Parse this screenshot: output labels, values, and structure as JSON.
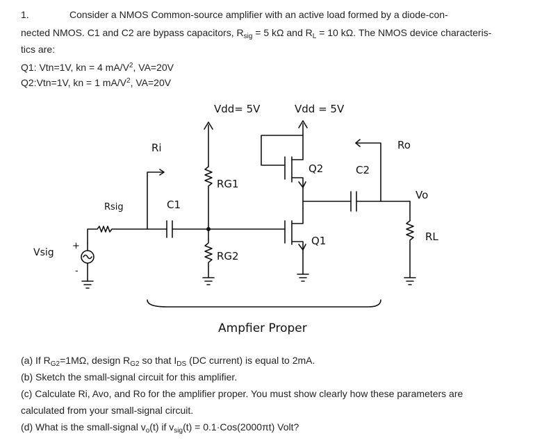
{
  "problem": {
    "number": "1.",
    "intro_line1": "Consider a NMOS Common-source amplifier with an active load formed by a diode-con-",
    "intro_line2_a": "nected NMOS. C1 and C2 are bypass capacitors, R",
    "intro_line2_rsig_sub": "sig",
    "intro_line2_b": " = 5 kΩ and R",
    "intro_line2_rl_sub": "L",
    "intro_line2_c": " = 10 kΩ. The NMOS device characteris-",
    "intro_line3": "tics are:",
    "q1_a": "Q1: Vtn=1V, kn = 4 mA/V",
    "q1_sup": "2",
    "q1_b": ", VA=20V",
    "q2_a": "Q2:Vtn=1V, kn = 1 mA/V",
    "q2_sup": "2",
    "q2_b": ", VA=20V"
  },
  "circuit": {
    "vdd_left": "Vdd= 5V",
    "vdd_right": "Vdd = 5V",
    "ri": "Ri",
    "c1": "C1",
    "rsig": "Rsig",
    "vsig": "Vsig",
    "plus": "+",
    "minus": "-",
    "rg1": "RG1",
    "rg2": "RG2",
    "q2": "Q2",
    "q1": "Q1",
    "c2": "C2",
    "ro": "Ro",
    "vo": "Vo",
    "rl": "RL",
    "amp_label": "Ampfier Proper"
  },
  "questions": {
    "a_1": "(a) If R",
    "a_sub1": "G2",
    "a_2": "=1MΩ, design R",
    "a_sub2": "G2",
    "a_3": " so that I",
    "a_sub3": "DS",
    "a_4": " (DC current) is equal to 2mA.",
    "b": "(b) Sketch the small-signal circuit for this amplifier.",
    "c_line1": "(c) Calculate Ri, Avo, and Ro for the amplifier proper. You must show clearly how these parameters are",
    "c_line2": "calculated from your small-signal circuit.",
    "d_1": "(d) What is the small-signal v",
    "d_sub1": "o",
    "d_2": "(t) if v",
    "d_sub2": "sig",
    "d_3": "(t) = 0.1·Cos(2000πt) Volt?"
  }
}
